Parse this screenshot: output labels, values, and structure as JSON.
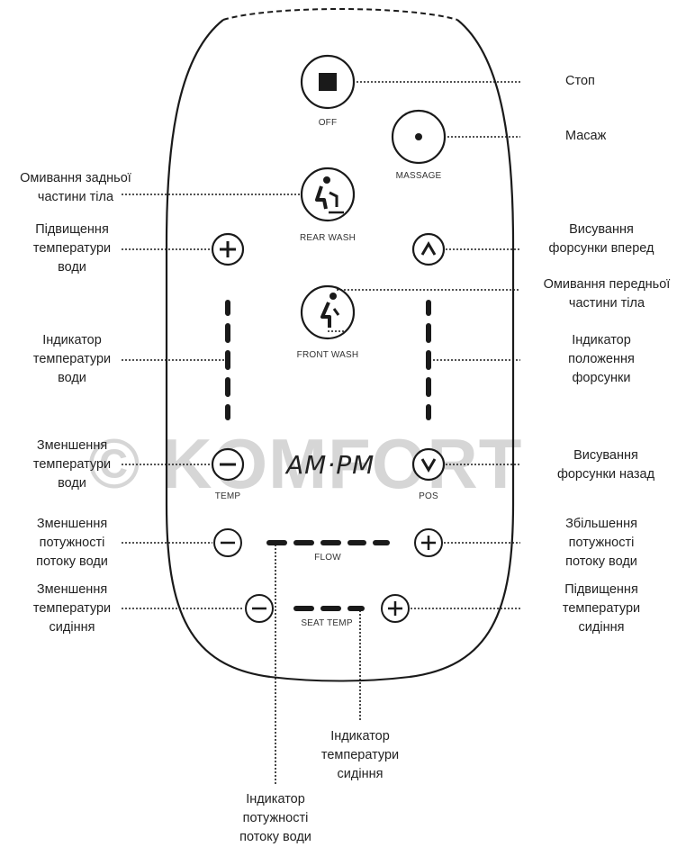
{
  "watermark": "© KOMFORT",
  "display": "AM·PM",
  "buttons": {
    "off": "OFF",
    "massage": "MASSAGE",
    "rear_wash": "REAR WASH",
    "front_wash": "FRONT WASH",
    "temp": "TEMP",
    "pos": "POS",
    "flow": "FLOW",
    "seat_temp": "SEAT TEMP"
  },
  "callouts": {
    "stop": "Стоп",
    "massage": "Масаж",
    "rear_wash": "Омивання задньої\nчастини тіла",
    "water_temp_up": "Підвищення\nтемператури\nводи",
    "nozzle_forward": "Висування\nфорсунки вперед",
    "front_wash": "Омивання передньої\nчастини тіла",
    "water_temp_indicator": "Індикатор\nтемператури\nводи",
    "nozzle_pos_indicator": "Індикатор\nположення\nфорсунки",
    "water_temp_down": "Зменшення\nтемператури\nводи",
    "nozzle_back": "Висування\nфорсунки назад",
    "flow_down": "Зменшення\nпотужності\nпотоку води",
    "flow_up": "Збільшення\nпотужності\nпотоку води",
    "seat_temp_down": "Зменшення\nтемператури\nсидіння",
    "seat_temp_up": "Підвищення\nтемператури\nсидіння",
    "seat_temp_indicator": "Індикатор\nтемператури\nсидіння",
    "flow_indicator": "Індикатор\nпотужності\nпотоку води"
  }
}
